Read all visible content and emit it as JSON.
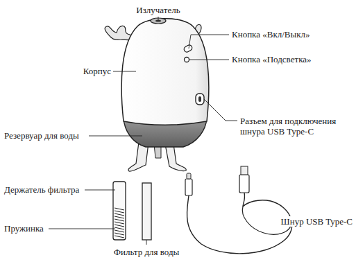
{
  "diagram": {
    "labels": [
      "Излучатель",
      "Кнопка «Вкл/Выкл»",
      "Кнопка «Подсветка»",
      "Корпус",
      "Разъем для подключения шнура USB Type-C",
      "Резервуар для воды",
      "Держатель фильтра",
      "Пружинка",
      "Фильтр для воды",
      "Шнур USB Type-C"
    ]
  }
}
